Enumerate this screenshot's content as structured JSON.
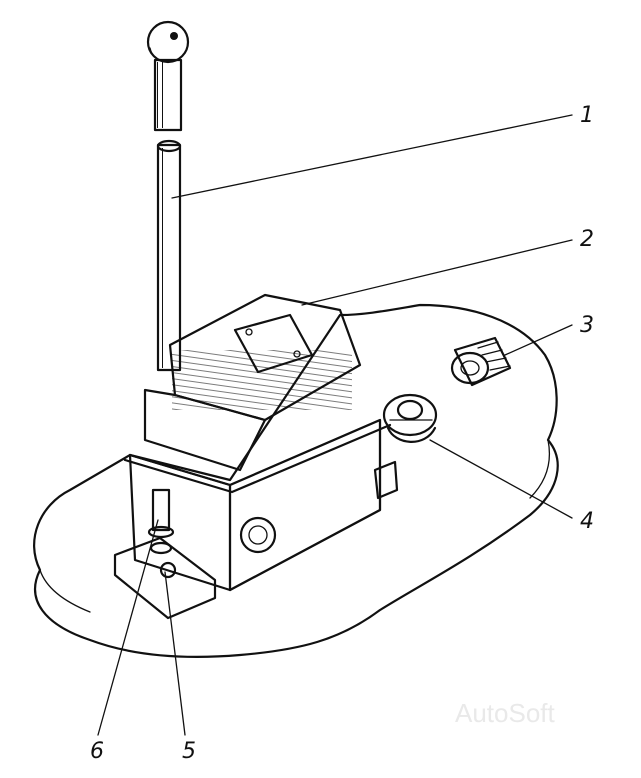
{
  "diagram": {
    "callouts": [
      {
        "id": "1",
        "label": "1",
        "part": "lever-rod"
      },
      {
        "id": "2",
        "label": "2",
        "part": "switch-housing"
      },
      {
        "id": "3",
        "label": "3",
        "part": "cable-gland"
      },
      {
        "id": "4",
        "label": "4",
        "part": "grommet"
      },
      {
        "id": "5",
        "label": "5",
        "part": "mounting-hole"
      },
      {
        "id": "6",
        "label": "6",
        "part": "mounting-bolt"
      }
    ],
    "watermark": "AutoSoft",
    "colors": {
      "ink": "#111111",
      "paper": "#ffffff",
      "watermark": "#e9e9e9"
    }
  }
}
